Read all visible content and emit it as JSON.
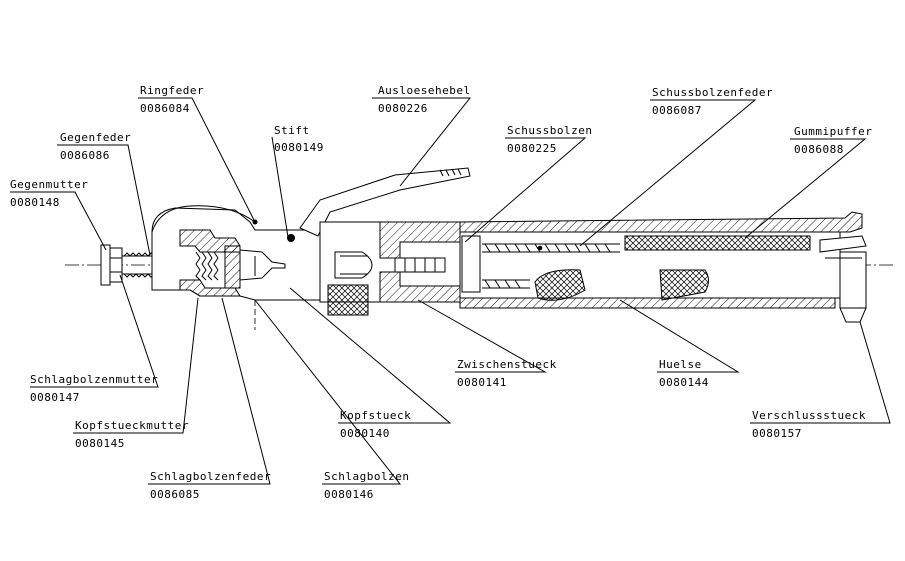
{
  "parts": [
    {
      "key": "ringfeder",
      "name": "Ringfeder",
      "number": "0086084"
    },
    {
      "key": "gegenfeder",
      "name": "Gegenfeder",
      "number": "0086086"
    },
    {
      "key": "gegenmutter",
      "name": "Gegenmutter",
      "number": "0080148"
    },
    {
      "key": "stift",
      "name": "Stift",
      "number": "0080149"
    },
    {
      "key": "ausloesehebel",
      "name": "Ausloesehebel",
      "number": "0080226"
    },
    {
      "key": "schussbolzen",
      "name": "Schussbolzen",
      "number": "0080225"
    },
    {
      "key": "schussbolzenfeder",
      "name": "Schussbolzenfeder",
      "number": "0086087"
    },
    {
      "key": "gummipuffer",
      "name": "Gummipuffer",
      "number": "0086088"
    },
    {
      "key": "schlagbolzenmutter",
      "name": "Schlagbolzenmutter",
      "number": "0080147"
    },
    {
      "key": "kopfstueckmutter",
      "name": "Kopfstueckmutter",
      "number": "0080145"
    },
    {
      "key": "schlagbolzenfeder",
      "name": "Schlagbolzenfeder",
      "number": "0086085"
    },
    {
      "key": "schlagbolzen",
      "name": "Schlagbolzen",
      "number": "0080146"
    },
    {
      "key": "kopfstueck",
      "name": "Kopfstueck",
      "number": "0080140"
    },
    {
      "key": "zwischenstueck",
      "name": "Zwischenstueck",
      "number": "0080141"
    },
    {
      "key": "huelse",
      "name": "Huelse",
      "number": "0080144"
    },
    {
      "key": "verschlussstueck",
      "name": "Verschlussstueck",
      "number": "0080157"
    }
  ]
}
